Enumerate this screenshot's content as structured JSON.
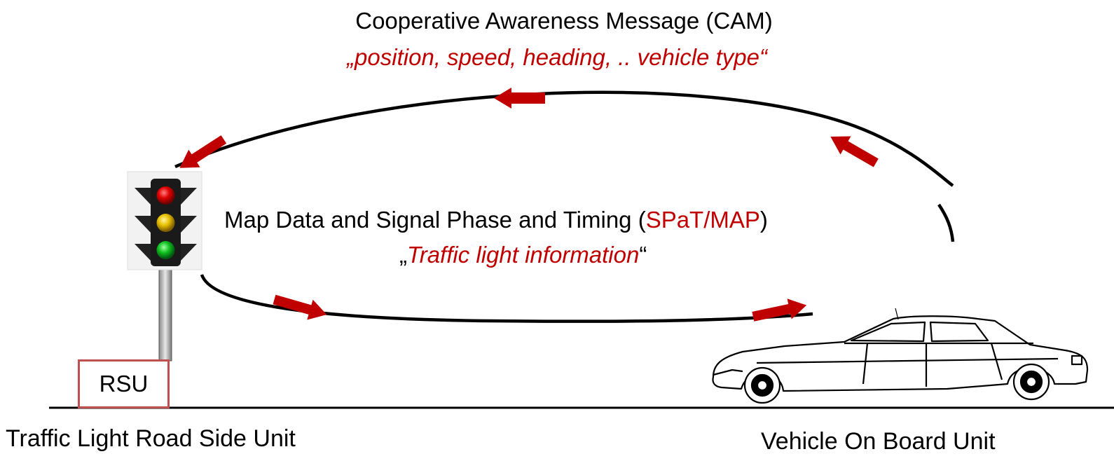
{
  "cam": {
    "title": "Cooperative Awareness Message (CAM)",
    "subtitle": "„position, speed, heading, .. vehicle type“"
  },
  "spat": {
    "prefix": "Map Data and Signal Phase and Timing  (",
    "acronym": "SPaT/MAP",
    "suffix": ")",
    "quote_open": "„",
    "info": "Traffic light information",
    "quote_close": "“"
  },
  "rsu": {
    "box_label": "RSU",
    "caption": "Traffic Light Road Side Unit"
  },
  "obu": {
    "caption": "Vehicle On Board Unit"
  },
  "colors": {
    "accent_red": "#c00000",
    "rsu_border": "#c0504d",
    "arrow_red": "#c00000"
  },
  "icons": [
    "traffic-light-icon",
    "car-icon",
    "arrow-icon"
  ]
}
